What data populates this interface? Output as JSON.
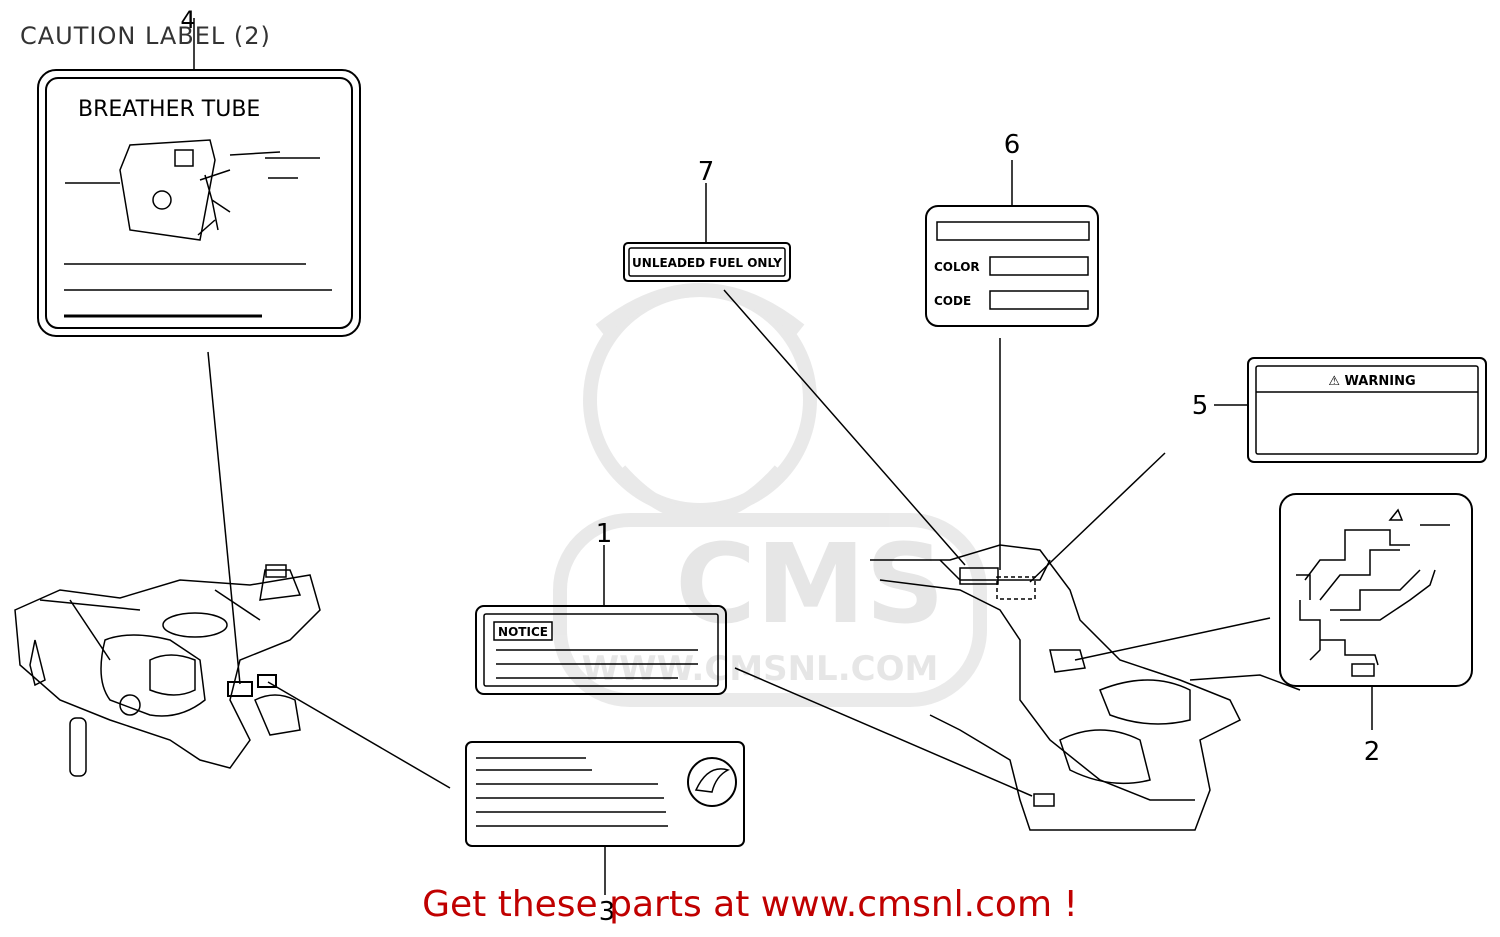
{
  "page": {
    "title": "CAUTION LABEL (2)",
    "footer": "Get these parts at www.cmsnl.com !"
  },
  "watermark": {
    "logo_text": "CMS",
    "url_text": "WWW.CMSNL.COM"
  },
  "callouts": [
    "1",
    "2",
    "3",
    "4",
    "5",
    "6",
    "7"
  ],
  "labels": {
    "breather": {
      "heading": "BREATHER TUBE"
    },
    "fuel": {
      "text": "UNLEADED FUEL ONLY"
    },
    "color_code": {
      "color": "COLOR",
      "code": "CODE"
    },
    "warning": {
      "heading": "⚠ WARNING"
    },
    "notice": {
      "heading": "NOTICE"
    }
  },
  "colors": {
    "line": "#000000",
    "footer": "#c00000",
    "watermark": "#999999"
  }
}
